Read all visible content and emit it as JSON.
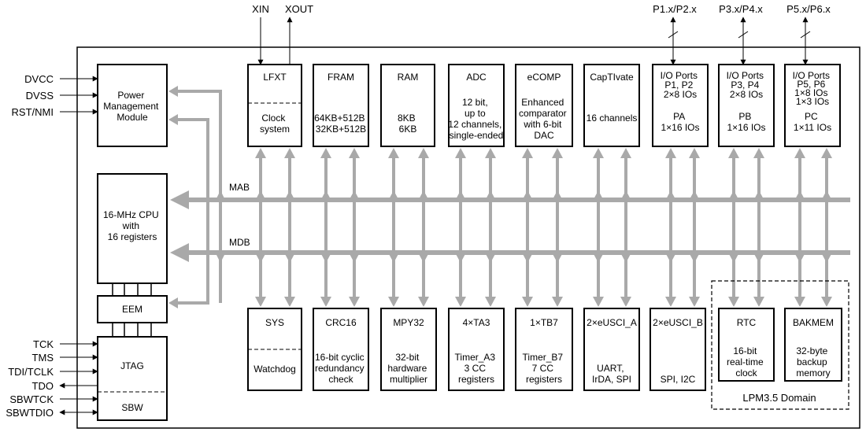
{
  "colors": {
    "bus": "#a9a9a9",
    "outline": "#000000",
    "background": "#ffffff"
  },
  "pins": {
    "xin": "XIN",
    "xout": "XOUT",
    "p12": "P1.x/P2.x",
    "p34": "P3.x/P4.x",
    "p56": "P5.x/P6.x",
    "dvcc": "DVCC",
    "dvss": "DVSS",
    "rst": "RST/NMI",
    "tck": "TCK",
    "tms": "TMS",
    "tdi": "TDI/TCLK",
    "tdo": "TDO",
    "sbwtck": "SBWTCK",
    "sbwtdio": "SBWTDIO"
  },
  "buses": {
    "mab": "MAB",
    "mdb": "MDB"
  },
  "blocks": {
    "pmm": [
      "Power",
      "Management",
      "Module"
    ],
    "cpu": [
      "16-MHz CPU",
      "with",
      "16 registers"
    ],
    "eem": "EEM",
    "jtag": "JTAG",
    "sbw": "SBW",
    "lfxt": {
      "title": "LFXT",
      "body": [
        "Clock",
        "system"
      ]
    },
    "fram": {
      "title": "FRAM",
      "body": [
        "64KB+512B",
        "32KB+512B"
      ]
    },
    "ram": {
      "title": "RAM",
      "body": [
        "8KB",
        "6KB"
      ]
    },
    "adc": {
      "title": "ADC",
      "body": [
        "12 bit,",
        "up to",
        "12 channels,",
        "single-ended"
      ]
    },
    "ecomp": {
      "title": "eCOMP",
      "body": [
        "Enhanced",
        "comparator",
        "with 6-bit",
        "DAC"
      ]
    },
    "captivate": {
      "title": "CapTIvate",
      "body": [
        "16 channels"
      ]
    },
    "pa": {
      "title": [
        "I/O Ports",
        "P1, P2",
        "2×8 IOs"
      ],
      "body": [
        "PA",
        "1×16 IOs"
      ]
    },
    "pb": {
      "title": [
        "I/O Ports",
        "P3, P4",
        "2×8 IOs"
      ],
      "body": [
        "PB",
        "1×16 IOs"
      ]
    },
    "pc": {
      "title": [
        "I/O Ports",
        "P5, P6",
        "1×8 IOs",
        "1×3 IOs"
      ],
      "body": [
        "PC",
        "1×11 IOs"
      ]
    },
    "sys": {
      "title": "SYS",
      "body": "Watchdog"
    },
    "crc": {
      "title": "CRC16",
      "body": [
        "16-bit cyclic",
        "redundancy",
        "check"
      ]
    },
    "mpy": {
      "title": "MPY32",
      "body": [
        "32-bit",
        "hardware",
        "multiplier"
      ]
    },
    "ta": {
      "title": "4×TA3",
      "body": [
        "Timer_A3",
        "3 CC",
        "registers"
      ]
    },
    "tb": {
      "title": "1×TB7",
      "body": [
        "Timer_B7",
        "7 CC",
        "registers"
      ]
    },
    "usci_a": {
      "title": "2×eUSCI_A",
      "body": [
        "UART,",
        "IrDA, SPI"
      ]
    },
    "usci_b": {
      "title": "2×eUSCI_B",
      "body": [
        "SPI, I2C"
      ]
    },
    "rtc": {
      "title": "RTC",
      "body": [
        "16-bit",
        "real-time",
        "clock"
      ]
    },
    "bakmem": {
      "title": "BAKMEM",
      "body": [
        "32-byte",
        "backup",
        "memory"
      ]
    }
  },
  "domain_label": "LPM3.5 Domain"
}
